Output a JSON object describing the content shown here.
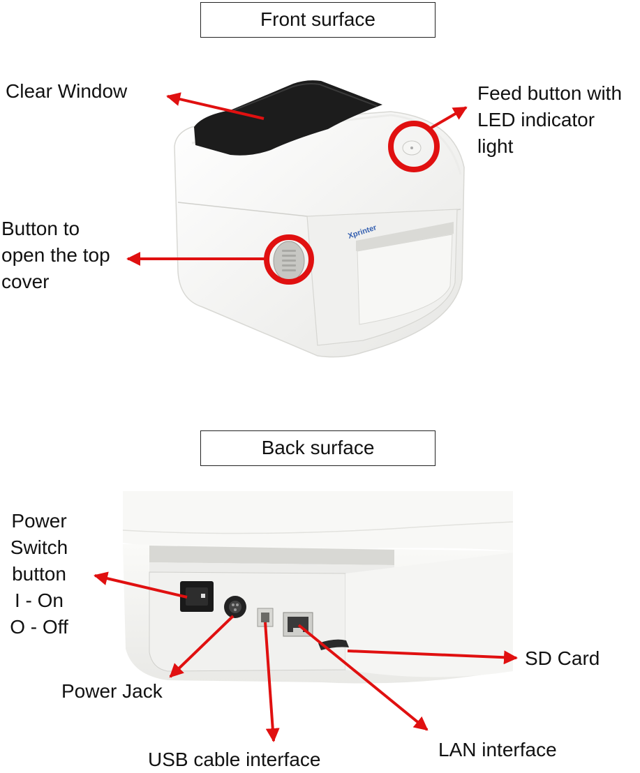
{
  "front": {
    "title": "Front surface",
    "labels": {
      "clear_window": "Clear Window",
      "feed_button": [
        "Feed button with",
        "LED indicator",
        "light"
      ],
      "open_cover": [
        "Button to",
        "open the top",
        "cover"
      ]
    },
    "brand": "Xprinter"
  },
  "back": {
    "title": "Back surface",
    "labels": {
      "power_switch": [
        "Power",
        "Switch",
        "button",
        "I - On",
        "O - Off"
      ],
      "power_jack": "Power Jack",
      "usb": "USB cable interface",
      "lan": "LAN interface",
      "sd_card": "SD Card"
    }
  },
  "colors": {
    "arrow": "#e01010",
    "highlight_ring": "#e01010",
    "printer_body": "#f4f4f2",
    "window": "#1c1c1c"
  }
}
